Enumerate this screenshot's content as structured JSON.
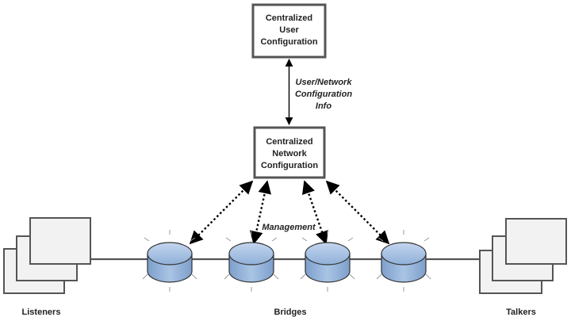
{
  "user_config_box": {
    "lines": [
      "Centralized",
      "User",
      "Configuration"
    ]
  },
  "network_config_box": {
    "lines": [
      "Centralized",
      "Network",
      "Configuration"
    ]
  },
  "info_label": {
    "lines": [
      "User/Network",
      "Configuration",
      "Info"
    ]
  },
  "management_label": "Management",
  "groups": {
    "listeners": "Listeners",
    "bridges": "Bridges",
    "talkers": "Talkers"
  },
  "colors": {
    "box_border": "#555555",
    "box_fill": "#ffffff",
    "device_fill": "#f2f2f2",
    "device_border": "#555555",
    "bridge_top": "#a9c4e4",
    "bridge_side": "#8fb0d8",
    "bridge_border": "#333333",
    "link_line": "#555555",
    "arrow": "#000000"
  }
}
